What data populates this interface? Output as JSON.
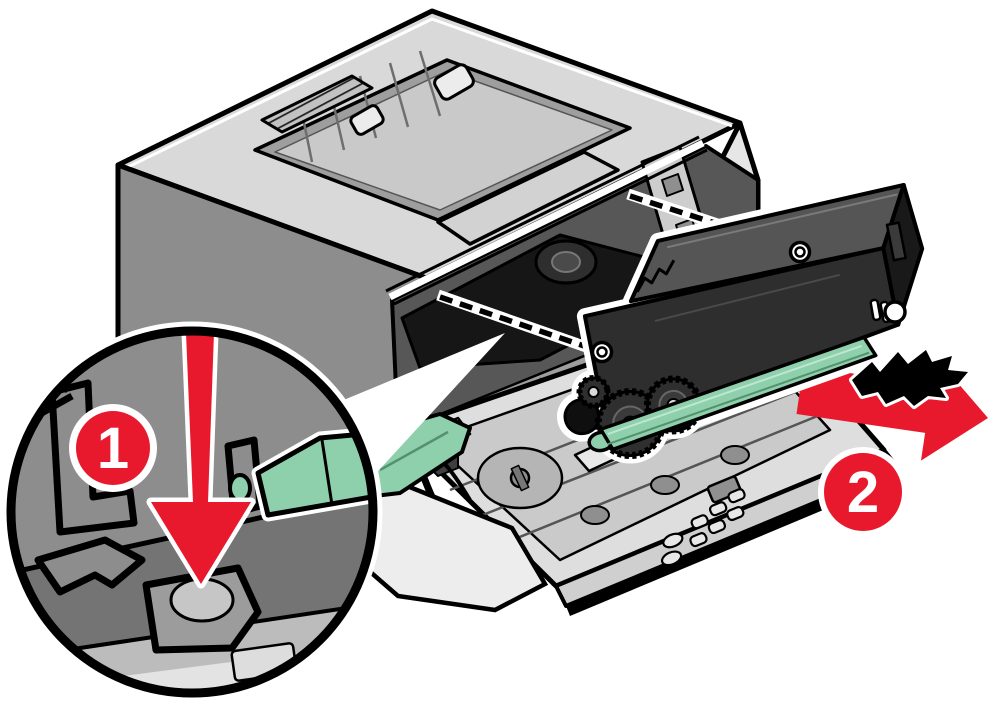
{
  "figure": {
    "kind": "instructional-illustration",
    "subject": "printer-toner-cartridge-removal",
    "background": "#ffffff"
  },
  "steps": [
    {
      "number": "1",
      "icon": "arrow-down-icon",
      "target": "cartridge-release-button"
    },
    {
      "number": "2",
      "icon": "arrow-right-icon",
      "target": "toner-cartridge"
    }
  ],
  "colors": {
    "accent_red": "#e8192c",
    "badge_text": "#ffffff",
    "handle_green": "#8ecfac",
    "handle_green_dark": "#55916f"
  }
}
